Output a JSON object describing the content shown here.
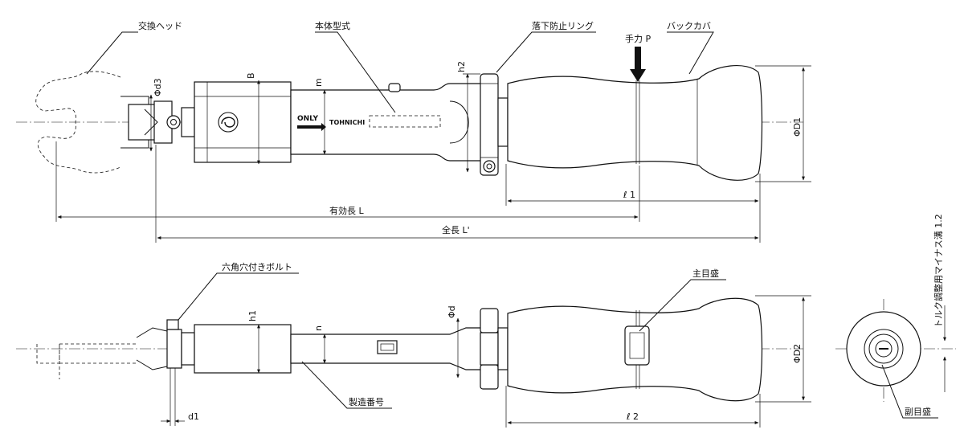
{
  "labels": {
    "head": "交換ヘッド",
    "body_model": "本体型式",
    "drop_ring": "落下防止リング",
    "back_cover": "バックカバ",
    "hex_bolt": "六角穴付きボルト",
    "main_scale": "主目盛",
    "serial": "製造番号",
    "sub_scale": "副目盛",
    "torque_groove": "トルク調整用マイナス溝 1.2",
    "brand": "TOHNICHI",
    "only": "ONLY"
  },
  "dimensions": {
    "force": "手力 P",
    "b": "B",
    "m": "m",
    "h2": "h2",
    "phi_d3": "Φd3",
    "phi_d1_big": "ΦD1",
    "l1": "ℓ 1",
    "effective_length": "有効長 L",
    "total_length": "全長 L'",
    "h1": "h1",
    "n": "n",
    "phi_d": "Φd",
    "phi_d2_big": "ΦD2",
    "d1": "d1",
    "l2": "ℓ 2"
  }
}
